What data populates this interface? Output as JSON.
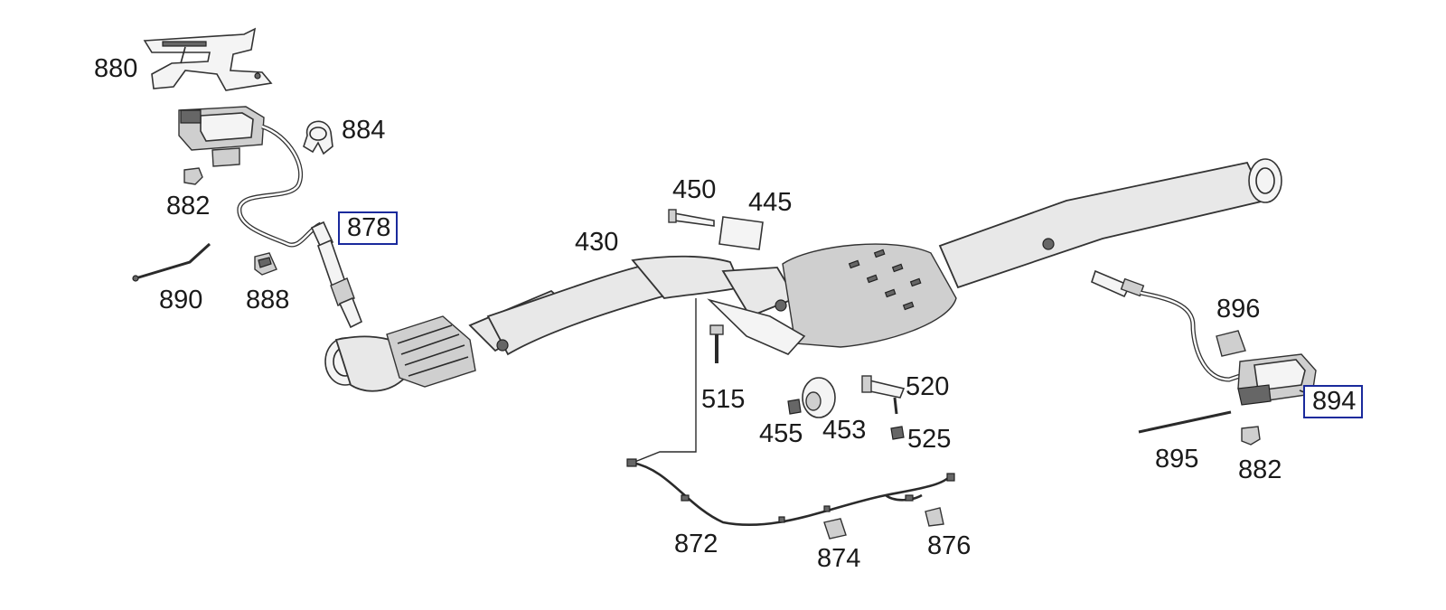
{
  "labels": {
    "p880": "880",
    "p884": "884",
    "p882a": "882",
    "p878": "878",
    "p890": "890",
    "p888": "888",
    "p430": "430",
    "p450": "450",
    "p445": "445",
    "p515": "515",
    "p455": "455",
    "p453": "453",
    "p520": "520",
    "p525": "525",
    "p872": "872",
    "p874": "874",
    "p876": "876",
    "p896": "896",
    "p894": "894",
    "p895": "895",
    "p882b": "882"
  },
  "highlighted": [
    "878",
    "894"
  ],
  "colors": {
    "highlight_border": "#1a2a9c",
    "line": "#2a2a2a"
  }
}
